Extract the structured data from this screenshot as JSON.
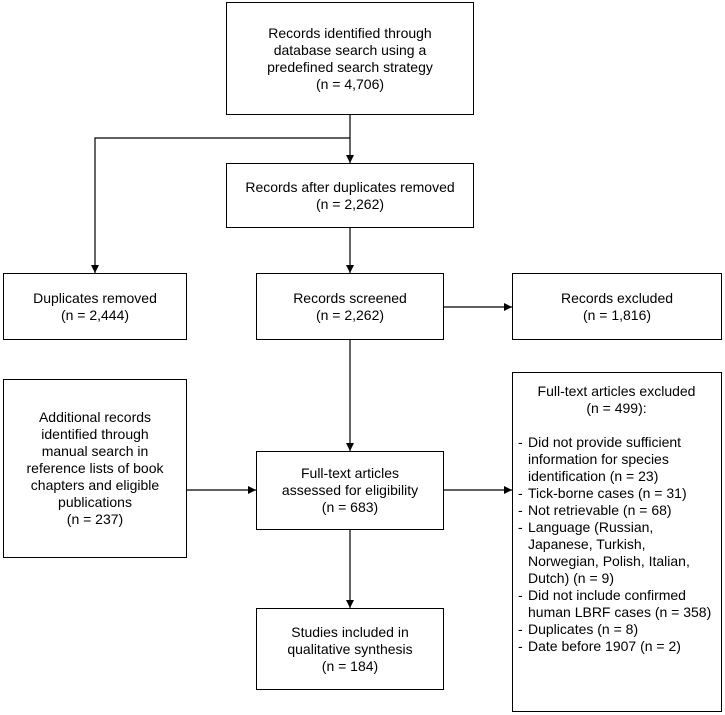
{
  "identified": {
    "lines": [
      "Records identified through",
      "database search using a",
      "predefined search strategy"
    ],
    "n": "(n = 4,706)"
  },
  "after_duplicates": {
    "lines": [
      "Records after duplicates removed"
    ],
    "n": "(n = 2,262)"
  },
  "duplicates_removed": {
    "lines": [
      "Duplicates removed"
    ],
    "n": "(n = 2,444)"
  },
  "screened": {
    "lines": [
      "Records screened"
    ],
    "n": "(n = 2,262)"
  },
  "excluded": {
    "lines": [
      "Records excluded"
    ],
    "n": "(n = 1,816)"
  },
  "additional": {
    "lines": [
      "Additional records",
      "identified through",
      "manual search in",
      "reference lists of book",
      "chapters and eligible",
      "publications"
    ],
    "n": "(n = 237)"
  },
  "fulltext": {
    "lines": [
      "Full-text articles",
      "assessed for eligibility"
    ],
    "n": "(n = 683)"
  },
  "included": {
    "lines": [
      "Studies included in",
      "qualitative synthesis"
    ],
    "n": "(n = 184)"
  },
  "fulltext_excluded": {
    "lines": [
      "Full-text articles excluded",
      "(n = 499):"
    ],
    "reasons": [
      "Did not provide sufficient information for species identification (n = 23)",
      "Tick-borne cases (n = 31)",
      "Not retrievable (n = 68)",
      "Language (Russian, Japanese, Turkish, Norwegian, Polish, Italian, Dutch) (n = 9)",
      "Did not include confirmed human LBRF cases (n = 358)",
      "Duplicates (n = 8)",
      "Date before 1907 (n = 2)"
    ]
  }
}
